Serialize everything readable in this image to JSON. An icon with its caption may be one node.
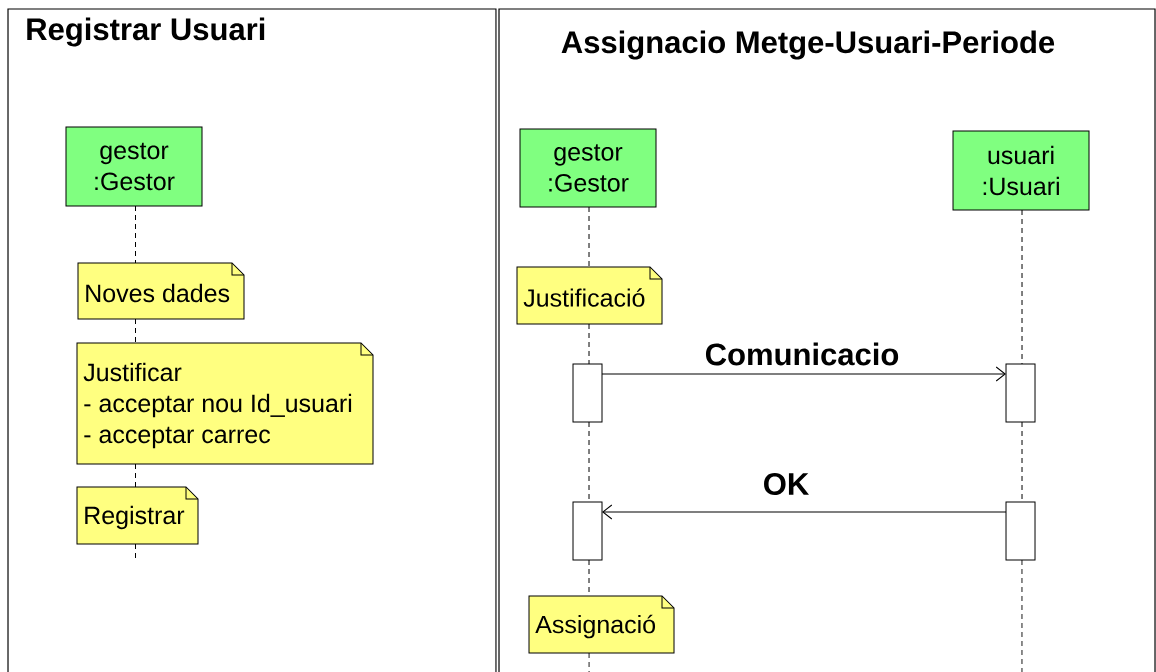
{
  "diagram": {
    "nodes": [
      {
        "text": [
          "Registrar Usuari"
        ]
      },
      {
        "text": [
          "gestor :Gestor"
        ],
        "in": 0
      },
      {
        "text": [
          "Noves dades"
        ],
        "in": 0
      },
      {
        "text": [
          "Justificar",
          "- acceptar nou Id_usuari",
          "- acceptar carrec"
        ],
        "in": 0
      },
      {
        "text": [
          "Registrar"
        ],
        "in": 0
      },
      {
        "text": [
          "Assignacio Metge-Usuari-Periode"
        ]
      },
      {
        "text": [
          "gestor :Gestor"
        ],
        "in": 5
      },
      {
        "text": [
          "usuari :Usuari"
        ],
        "in": 5
      },
      {
        "text": [
          "Justificació"
        ],
        "in": 5
      },
      {
        "text": [],
        "shape": "box",
        "in": 5
      },
      {
        "text": [],
        "shape": "box",
        "in": 5
      },
      {
        "text": [],
        "shape": "box",
        "in": 5
      },
      {
        "text": [],
        "shape": "box",
        "in": 5
      },
      {
        "text": [
          "Assignació"
        ],
        "in": 5
      }
    ],
    "edges": [
      {
        "from": 1,
        "to": 2,
        "arrow": "none",
        "style": "dashed"
      },
      {
        "from": 2,
        "to": 3,
        "arrow": "none",
        "style": "dashed"
      },
      {
        "from": 3,
        "to": 4,
        "arrow": "none",
        "style": "dashed"
      },
      {
        "from": 4,
        "to": null,
        "arrow": "none",
        "style": "dashed"
      },
      {
        "from": 6,
        "to": 8,
        "arrow": "none",
        "style": "dashed"
      },
      {
        "from": 8,
        "to": 9,
        "arrow": "none",
        "style": "dashed"
      },
      {
        "from": 9,
        "to": 10,
        "arrow": "to",
        "label": "Comunicacio"
      },
      {
        "from": 9,
        "to": 11,
        "arrow": "none",
        "style": "dashed"
      },
      {
        "from": 11,
        "to": 13,
        "arrow": "none",
        "style": "dashed"
      },
      {
        "from": 13,
        "to": null,
        "arrow": "none",
        "style": "dashed"
      },
      {
        "from": 7,
        "to": 10,
        "arrow": "none",
        "style": "dashed"
      },
      {
        "from": 10,
        "to": 12,
        "arrow": "none",
        "style": "dashed"
      },
      {
        "from": 12,
        "to": 11,
        "arrow": "to",
        "label": "OK"
      },
      {
        "from": 12,
        "to": null,
        "arrow": "none",
        "style": "dashed"
      }
    ]
  }
}
